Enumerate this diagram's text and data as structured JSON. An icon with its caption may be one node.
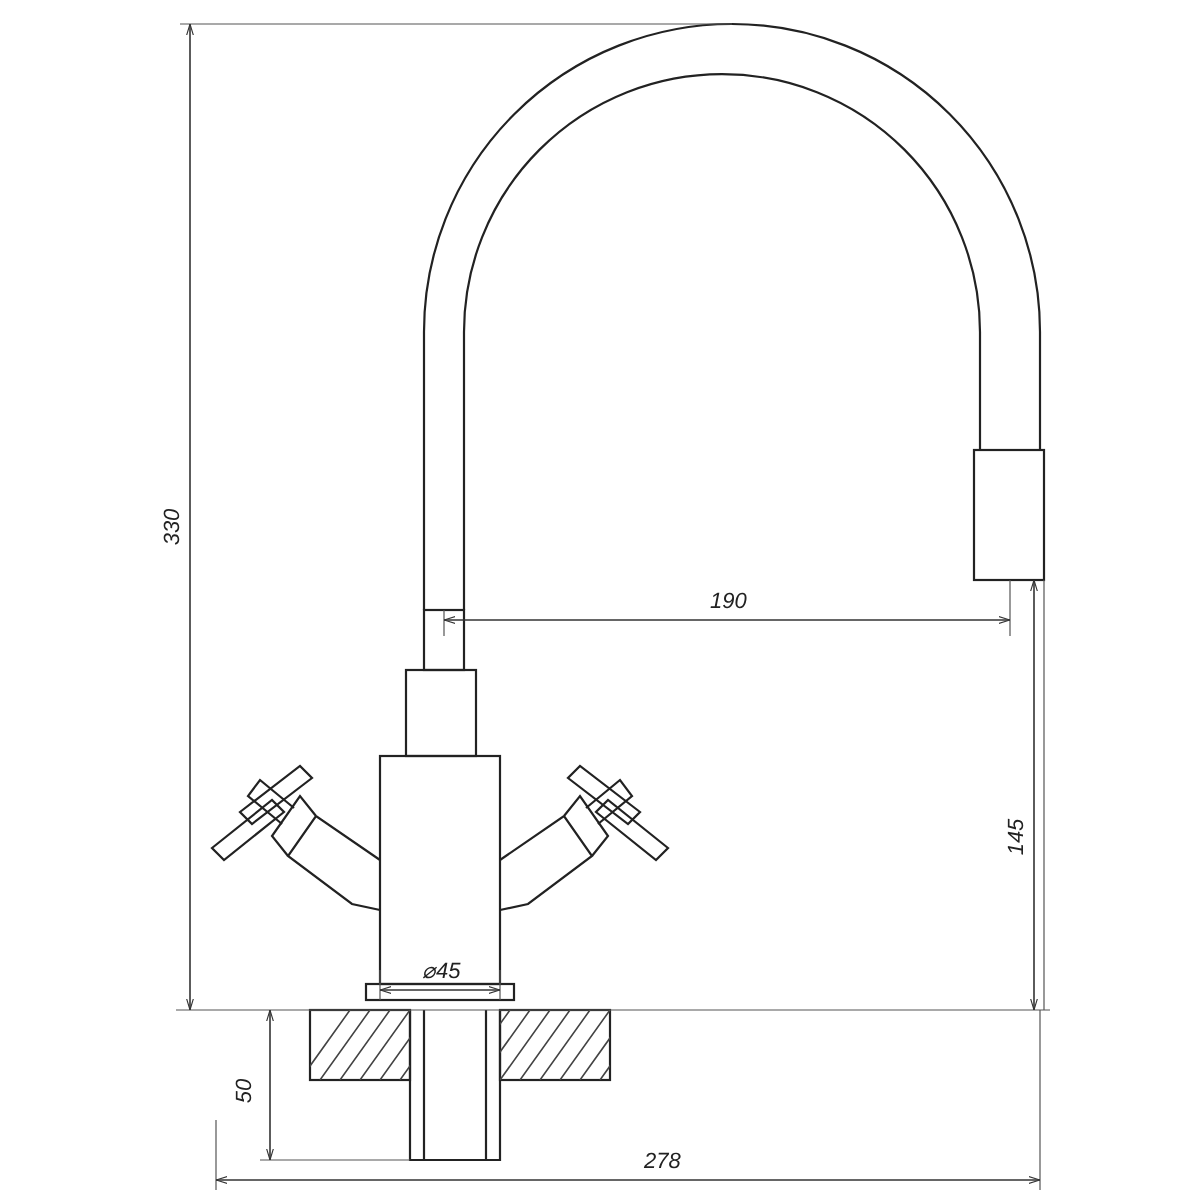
{
  "diagram": {
    "labels": [
      "330",
      "190",
      "145",
      "⌀45",
      "50",
      "278"
    ]
  }
}
